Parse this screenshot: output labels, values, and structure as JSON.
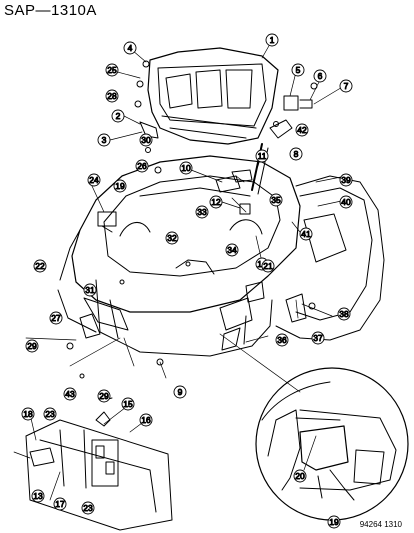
{
  "header": {
    "title": "SAP—1310A"
  },
  "footer": {
    "code": "94264 1310"
  },
  "diagram": {
    "subject": "trunk lid and rear body exploded view",
    "callouts": [
      "1",
      "2",
      "3",
      "4",
      "5",
      "6",
      "7",
      "8",
      "9",
      "10",
      "11",
      "12",
      "13",
      "14",
      "15",
      "16",
      "17",
      "18",
      "19",
      "20",
      "21",
      "22",
      "23",
      "24",
      "25",
      "26",
      "27",
      "28",
      "29",
      "30",
      "31",
      "32",
      "33",
      "34",
      "35",
      "36",
      "37",
      "38",
      "39",
      "40",
      "41",
      "42",
      "43"
    ]
  }
}
